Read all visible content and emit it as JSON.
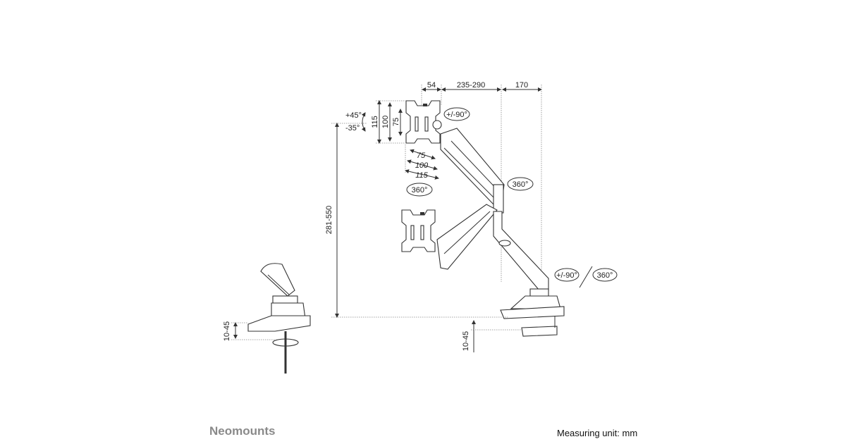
{
  "brand": "Neomounts",
  "measuring_unit": "Measuring unit: mm",
  "dimensions": {
    "top_54": "54",
    "top_235_290": "235-290",
    "top_170": "170",
    "vesa_v_115": "115",
    "vesa_v_100": "100",
    "vesa_v_75": "75",
    "vesa_h_75": "75",
    "vesa_h_100": "100",
    "vesa_h_115": "115",
    "height_range": "281-550",
    "desk_thickness_grommet": "10-45",
    "desk_thickness_clamp": "10-45"
  },
  "rotations": {
    "tilt_up": "+45°",
    "tilt_down": "-35°",
    "swivel_head": "+/-90°",
    "rotate_head": "360°",
    "rotate_joint": "360°",
    "swivel_base": "+/-90°",
    "rotate_base": "360°"
  }
}
